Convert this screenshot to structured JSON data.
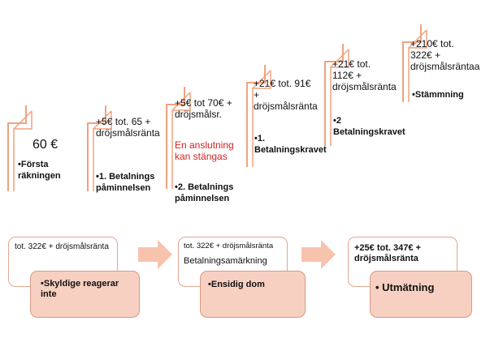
{
  "steps": [
    {
      "main": "60 €",
      "bullet": "•Första räkningen"
    },
    {
      "main": "+5€ tot. 65 + dröjsmålsränta",
      "bullet": "•1. Betalnings påminnelsen"
    },
    {
      "main": "+5€ tot 70€ + dröjsmålsr.",
      "note": "En anslutning kan stängas",
      "bullet": "•2. Betalnings påminnelsen"
    },
    {
      "main": "+21€ tot. 91€ + dröjsmålsränta",
      "bullet": "•1. Betalningskravet"
    },
    {
      "main": "+21€ tot. 112€ + dröjsmålsränta",
      "bullet": "•2 Betalningskravet"
    },
    {
      "main": "+210€ tot. 322€ + dröjsmålsräntaa",
      "bullet": "•Stämmning"
    }
  ],
  "bottom": [
    {
      "text": "tot. 322€ + dröjsmålsränta",
      "sub": "•Skyldige reagerar inte"
    },
    {
      "text": "tot. 322€ + dröjsmålsränta",
      "note": "Betalningsamärkning",
      "sub": "•Ensidig dom"
    },
    {
      "text": "+25€ tot. 347€ + dröjsmålsränta",
      "sub": "• Utmätning"
    }
  ],
  "colors": {
    "bracket": "#f0a37e",
    "accent_red": "#d42020",
    "box_border": "#e2a890",
    "sub_fill": "#f7d0c1",
    "arrow_fill": "#f7c3ad"
  }
}
